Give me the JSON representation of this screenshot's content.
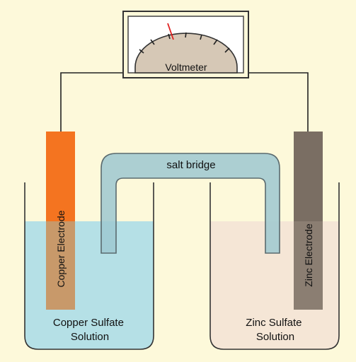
{
  "diagram": {
    "voltmeter_label": "Voltmeter",
    "salt_bridge_label": "salt bridge",
    "left_electrode_label": "Copper Electrode",
    "right_electrode_label": "Zinc Electrode",
    "left_solution_label": [
      "Copper Sulfate",
      "Solution"
    ],
    "right_solution_label": [
      "Zinc Sulfate",
      "Solution"
    ]
  },
  "colors": {
    "background": "#fdf9da",
    "copper_electrode": "#f47420",
    "zinc_electrode": "#7a6e63",
    "copper_sulfate_solution": "#b5e0e6",
    "zinc_sulfate_solution": "#f5e6d6",
    "salt_bridge": "#9ec8d0",
    "voltmeter_dial": "#d6c8b6",
    "voltmeter_needle": "#e02020"
  }
}
